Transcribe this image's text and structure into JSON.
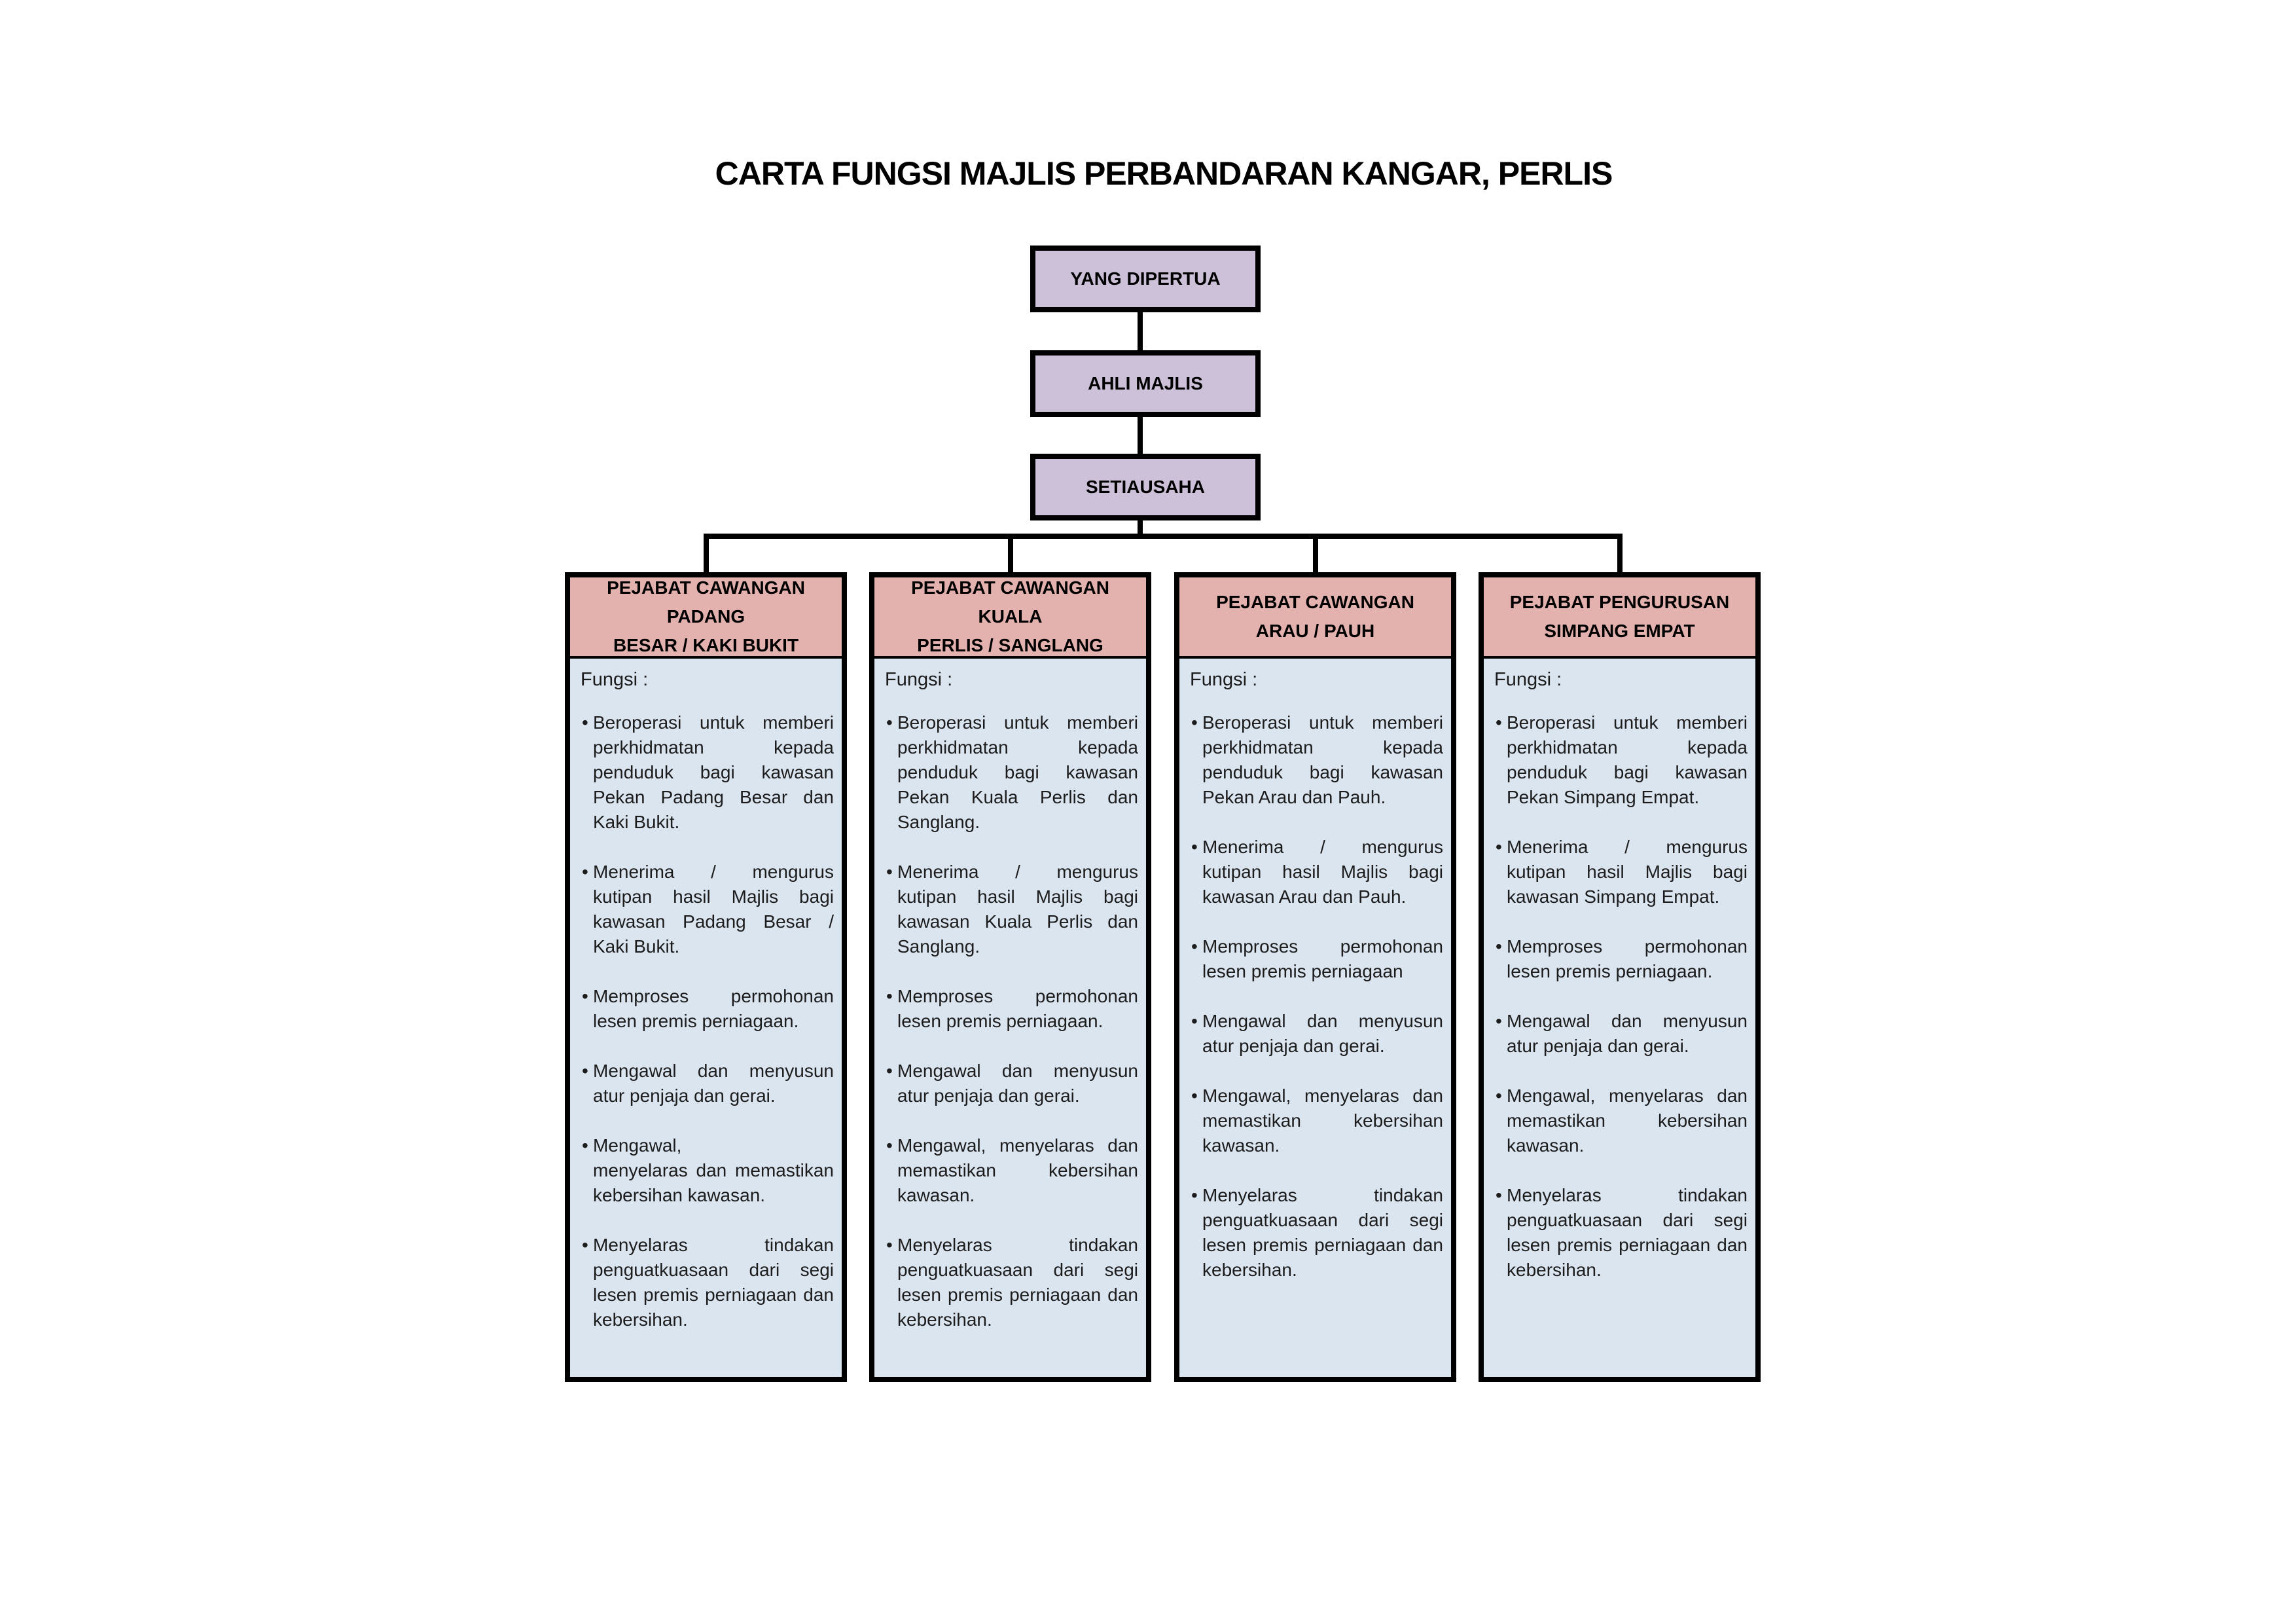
{
  "title": "CARTA FUNGSI MAJLIS PERBANDARAN KANGAR, PERLIS",
  "org_chain": [
    {
      "label": "YANG DIPERTUA"
    },
    {
      "label": "AHLI MAJLIS"
    },
    {
      "label": "SETIAUSAHA"
    }
  ],
  "functions_label": "Fungsi :",
  "columns": [
    {
      "header": "PEJABAT CAWANGAN PADANG\nBESAR / KAKI BUKIT",
      "bullets": [
        "Beroperasi untuk memberi perkhidmatan kepada penduduk bagi kawasan Pekan Padang Besar dan Kaki Bukit.",
        "Menerima / mengurus kutipan hasil Majlis bagi kawasan Padang Besar / Kaki Bukit.",
        "Memproses permohonan lesen premis perniagaan.",
        "Mengawal dan menyusun atur penjaja dan gerai.",
        "Mengawal,\nmenyelaras dan memastikan kebersihan kawasan.",
        "Menyelaras tindakan penguatkuasaan dari segi lesen premis perniagaan dan kebersihan."
      ]
    },
    {
      "header": "PEJABAT CAWANGAN KUALA\nPERLIS / SANGLANG",
      "bullets": [
        "Beroperasi untuk memberi perkhidmatan kepada penduduk bagi kawasan Pekan Kuala Perlis dan Sanglang.",
        "Menerima / mengurus kutipan hasil Majlis bagi kawasan Kuala Perlis dan Sanglang.",
        "Memproses permohonan lesen premis perniagaan.",
        "Mengawal dan menyusun atur penjaja dan gerai.",
        "Mengawal, menyelaras dan memastikan kebersihan kawasan.",
        "Menyelaras tindakan penguatkuasaan dari segi lesen premis perniagaan dan kebersihan."
      ]
    },
    {
      "header": "PEJABAT CAWANGAN\nARAU / PAUH",
      "bullets": [
        "Beroperasi untuk memberi perkhidmatan kepada penduduk bagi kawasan Pekan Arau dan Pauh.",
        "Menerima / mengurus kutipan hasil Majlis bagi kawasan Arau dan Pauh.",
        "Memproses permohonan lesen premis perniagaan",
        "Mengawal dan menyusun atur penjaja dan gerai.",
        "Mengawal, menyelaras dan memastikan kebersihan kawasan.",
        "Menyelaras tindakan penguatkuasaan dari segi lesen premis perniagaan dan kebersihan."
      ]
    },
    {
      "header": "PEJABAT PENGURUSAN\nSIMPANG EMPAT",
      "bullets": [
        "Beroperasi untuk memberi perkhidmatan kepada penduduk bagi kawasan Pekan Simpang Empat.",
        "Menerima / mengurus kutipan hasil Majlis bagi kawasan Simpang Empat.",
        "Memproses permohonan lesen premis perniagaan.",
        "Mengawal dan menyusun atur penjaja dan gerai.",
        "Mengawal, menyelaras dan memastikan kebersihan kawasan.",
        "Menyelaras tindakan penguatkuasaan dari segi lesen premis perniagaan dan kebersihan."
      ]
    }
  ],
  "colors": {
    "top_box_fill": "#ccc1d9",
    "column_header_fill": "#e3b1ae",
    "column_body_fill": "#dbe5f0",
    "line": "#000000",
    "background": "#ffffff"
  }
}
